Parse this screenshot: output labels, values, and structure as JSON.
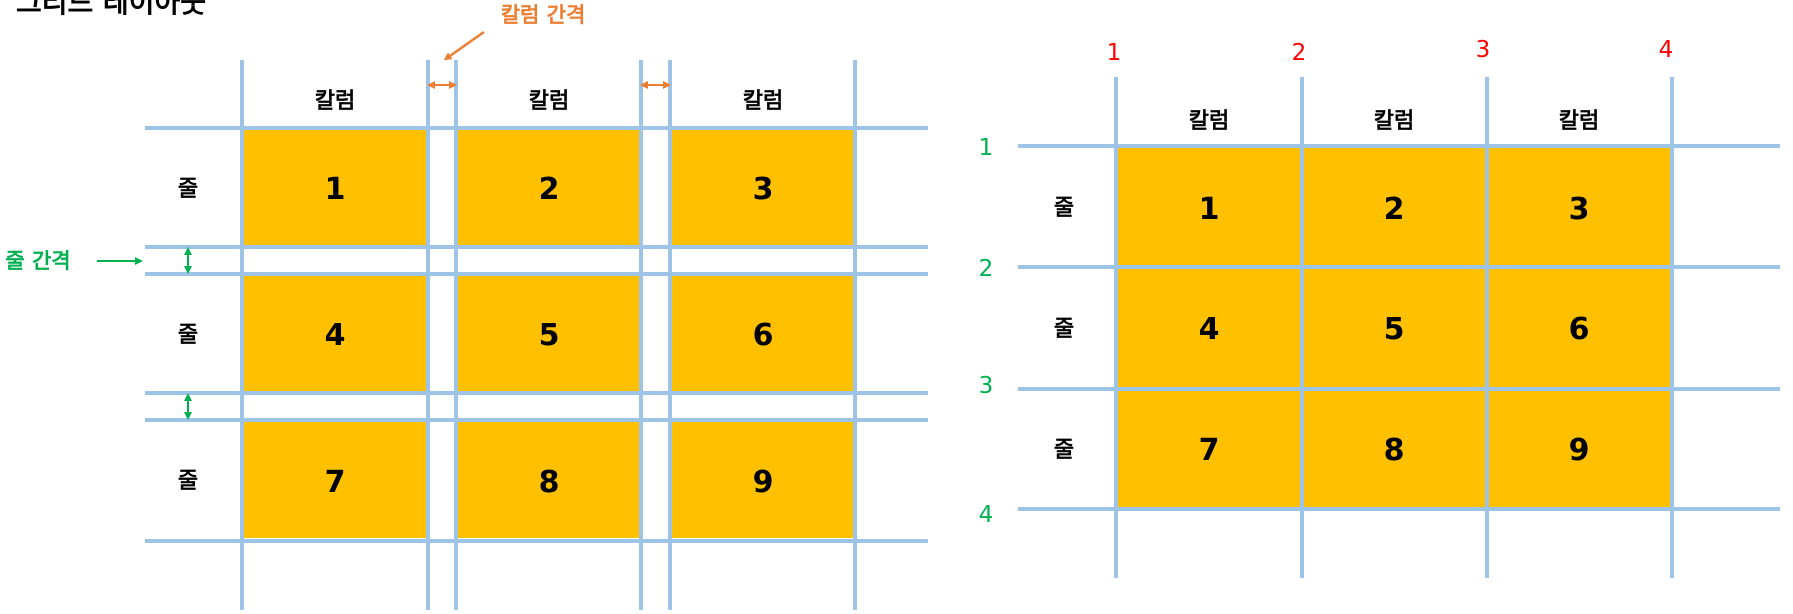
{
  "title": "그리드 레이아웃",
  "colors": {
    "cell": "#FFC000",
    "grid_line": "#9DC3E6",
    "column_gap": "#ED7D31",
    "row_gap": "#00B050",
    "column_line_number": "#FF0000",
    "row_line_number": "#00B050"
  },
  "left_diagram": {
    "column_headers": [
      "칼럼",
      "칼럼",
      "칼럼"
    ],
    "row_headers": [
      "줄",
      "줄",
      "줄"
    ],
    "cells": [
      "1",
      "2",
      "3",
      "4",
      "5",
      "6",
      "7",
      "8",
      "9"
    ],
    "column_gap_label": "칼럼 간격",
    "row_gap_label": "줄 간격"
  },
  "right_diagram": {
    "column_headers": [
      "칼럼",
      "칼럼",
      "칼럼"
    ],
    "row_headers": [
      "줄",
      "줄",
      "줄"
    ],
    "cells": [
      "1",
      "2",
      "3",
      "4",
      "5",
      "6",
      "7",
      "8",
      "9"
    ],
    "column_line_numbers": [
      "1",
      "2",
      "3",
      "4"
    ],
    "row_line_numbers": [
      "1",
      "2",
      "3",
      "4"
    ]
  }
}
